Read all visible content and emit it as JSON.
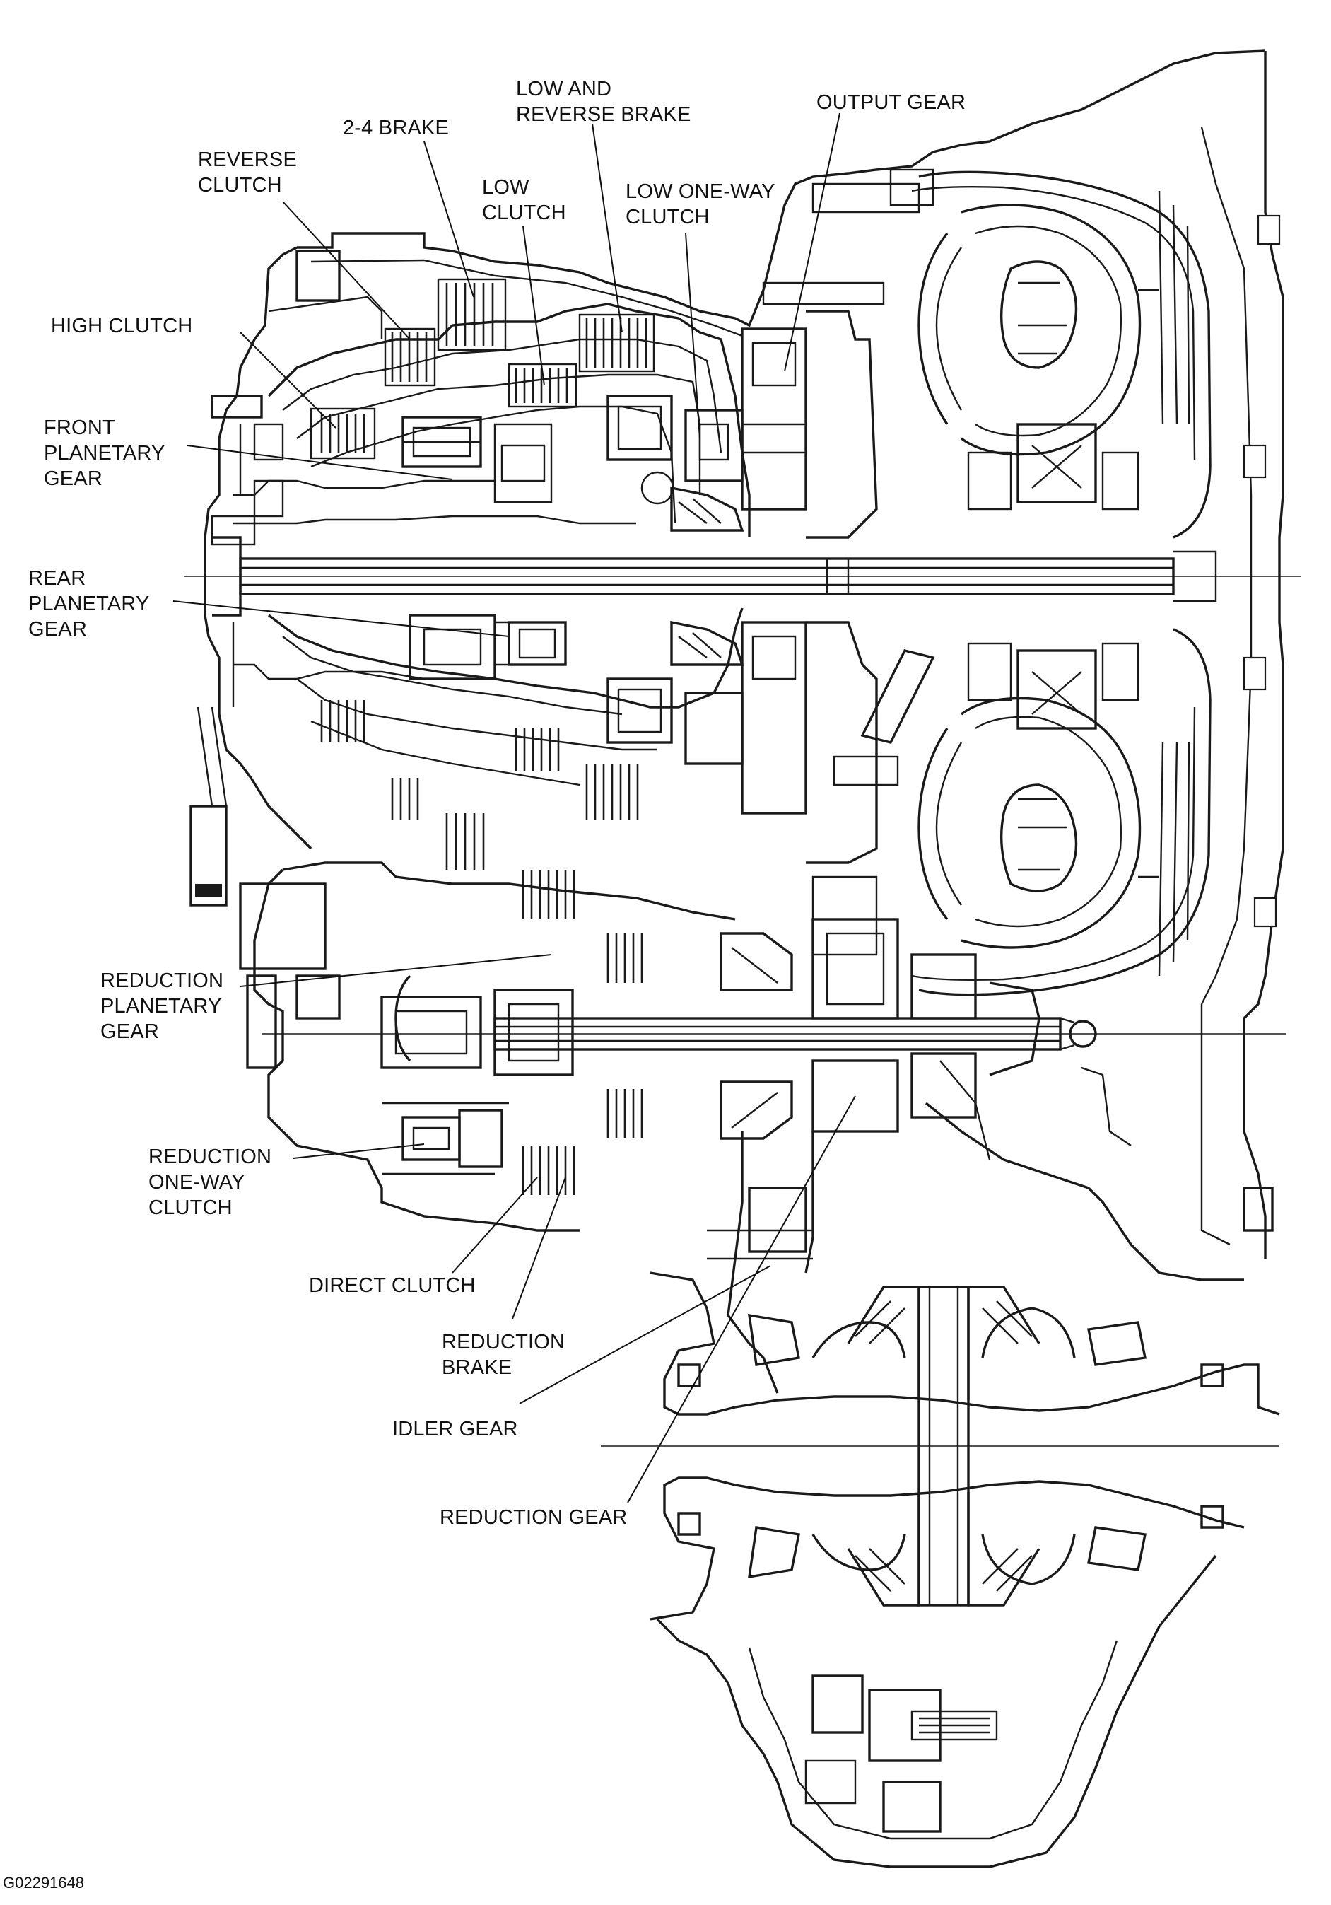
{
  "figure_id": "G02291648",
  "callouts": {
    "low_and_reverse_brake": "LOW AND\nREVERSE BRAKE",
    "output_gear": "OUTPUT GEAR",
    "brake_2_4": "2-4 BRAKE",
    "reverse_clutch": "REVERSE\nCLUTCH",
    "low_clutch": "LOW\nCLUTCH",
    "low_one_way_clutch": "LOW ONE-WAY\nCLUTCH",
    "high_clutch": "HIGH CLUTCH",
    "front_planetary_gear": "FRONT\nPLANETARY\nGEAR",
    "rear_planetary_gear": "REAR\nPLANETARY\nGEAR",
    "reduction_planetary_gear": "REDUCTION\nPLANETARY\nGEAR",
    "reduction_one_way_clutch": "REDUCTION\nONE-WAY\nCLUTCH",
    "direct_clutch": "DIRECT CLUTCH",
    "reduction_brake": "REDUCTION\nBRAKE",
    "idler_gear": "IDLER GEAR",
    "reduction_gear": "REDUCTION GEAR"
  }
}
